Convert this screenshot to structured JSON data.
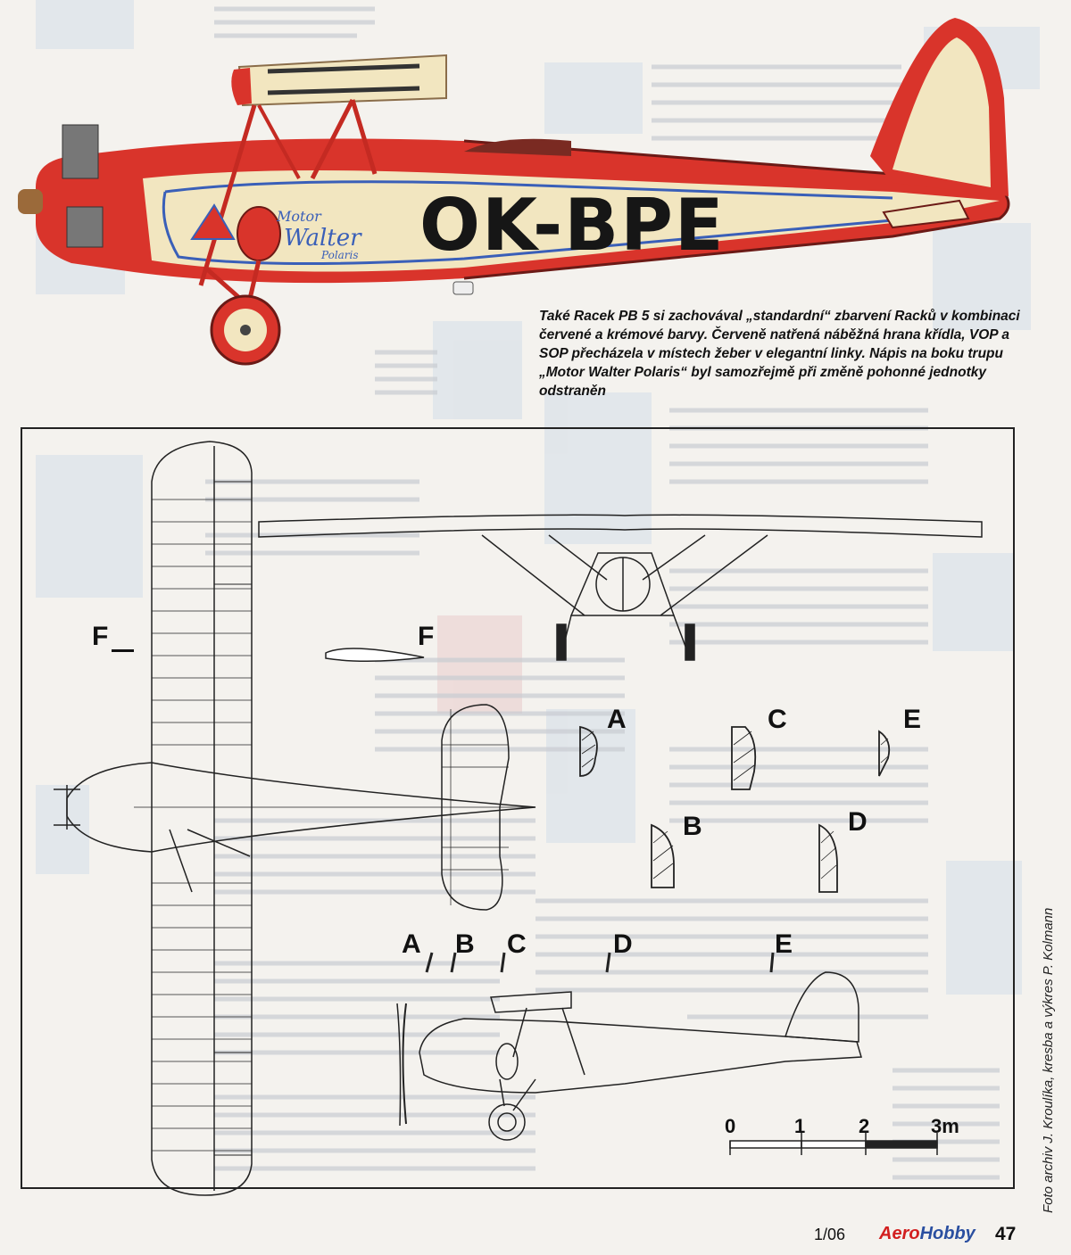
{
  "caption": "Také Racek PB 5 si zachovával „standardní“ zbarvení Racků v kombinaci červené a krémové barvy. Červeně natřená náběžná hrana křídla, VOP a SOP přecházela v místech žeber v elegantní linky. Nápis na boku trupu „Motor Walter Polaris“ byl samozřejmě při změně pohonné jednotky odstraněn",
  "registration": "OK-BPE",
  "section_labels": {
    "f_left": "F",
    "f_right": "F",
    "a": "A",
    "b": "B",
    "c": "C",
    "d": "D",
    "e": "E"
  },
  "station_labels": [
    "A",
    "B",
    "C",
    "D",
    "E"
  ],
  "scale": {
    "labels": [
      "0",
      "1",
      "2",
      "3m"
    ]
  },
  "credit": "Foto archiv J. Kroulíka, kresba a výkres P. Kolmann",
  "footer": {
    "issue": "1/06",
    "logo_aero": "Aero",
    "logo_hobby": "Hobby",
    "page_number": "47"
  },
  "colors": {
    "fuselage_red": "#d9342b",
    "cream": "#f2e6c0",
    "stripe_blue": "#3a5fb8",
    "line": "#222222"
  }
}
